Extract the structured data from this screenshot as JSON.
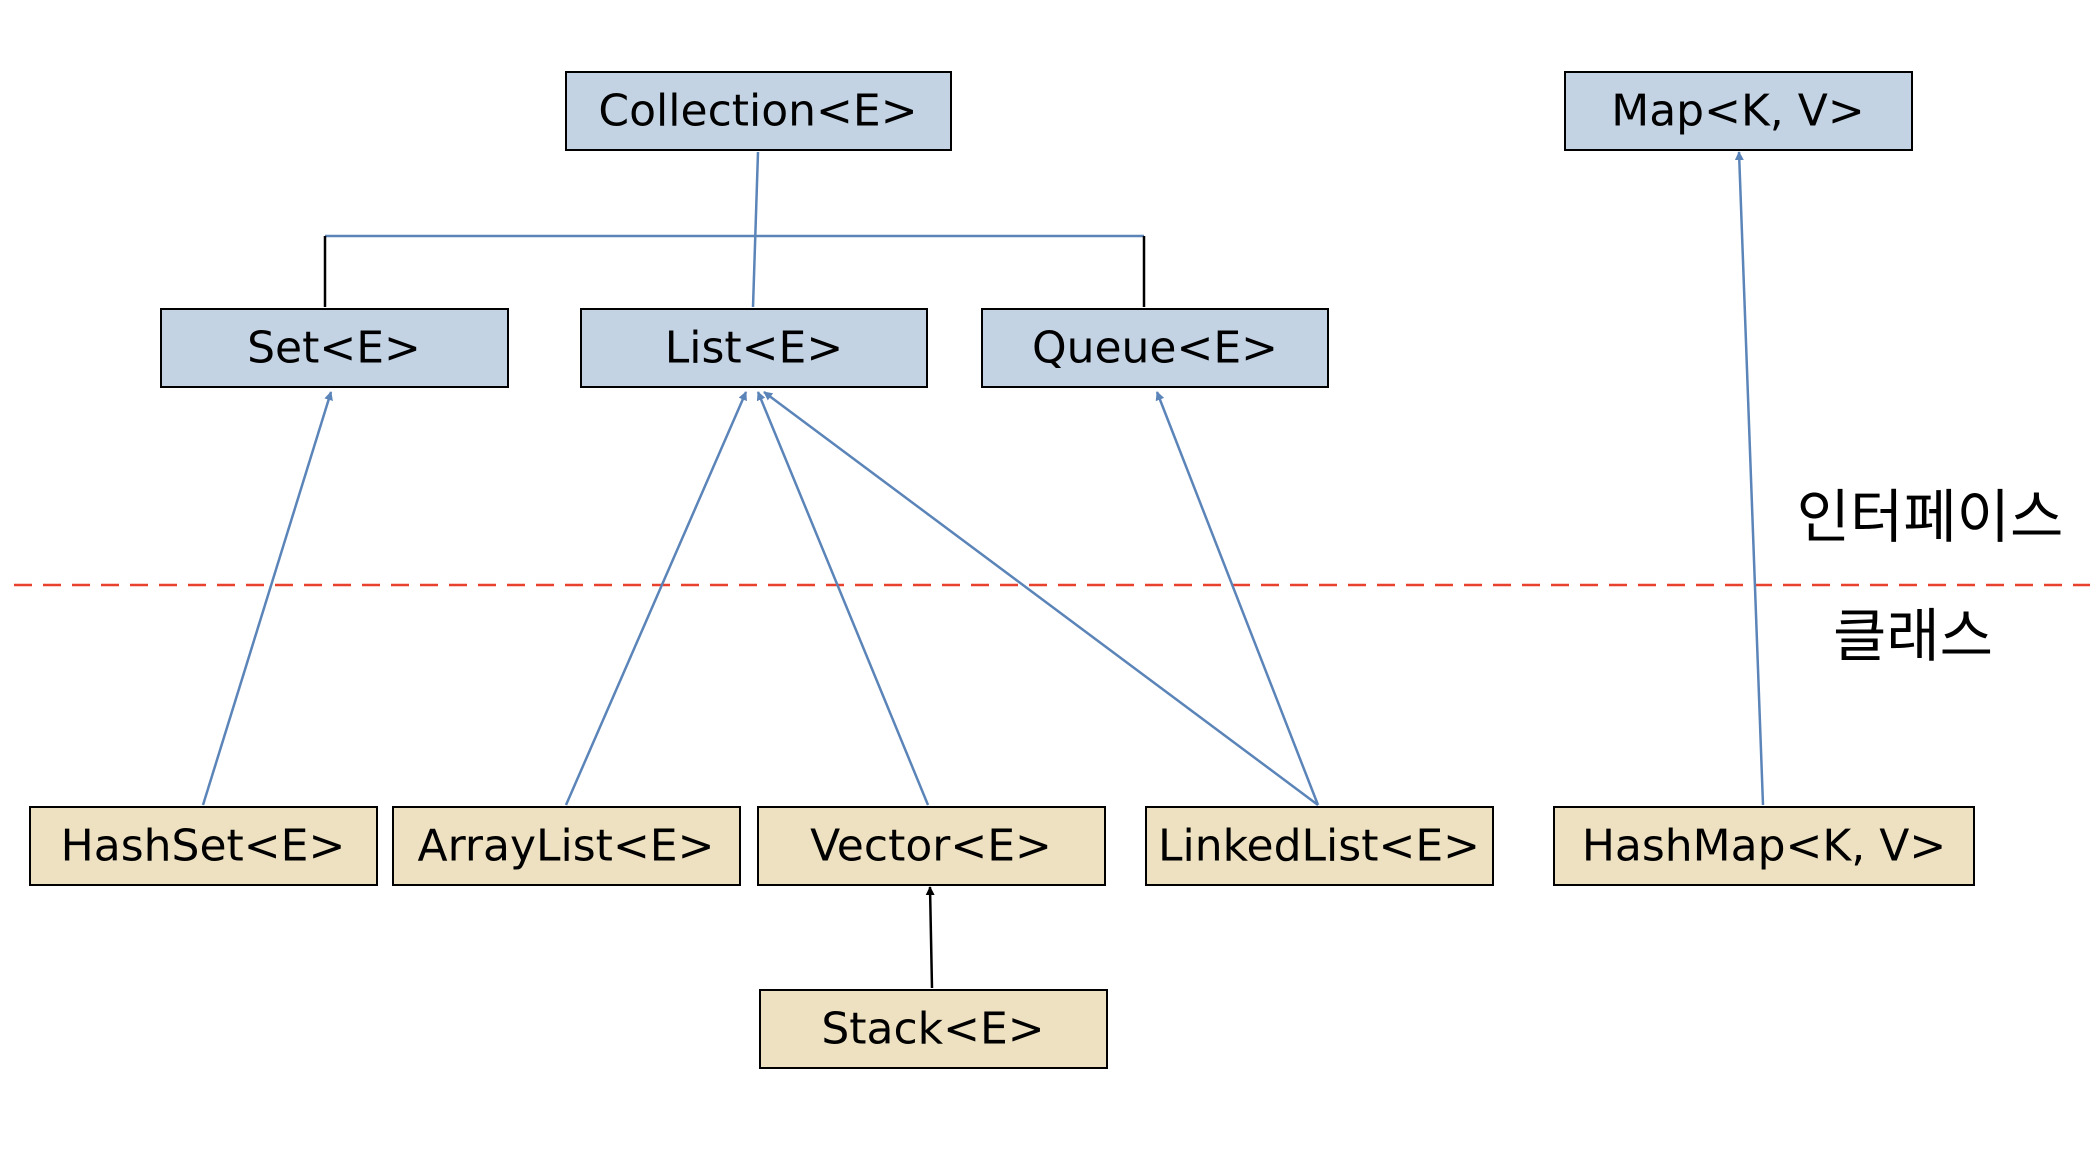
{
  "colors": {
    "interface_fill": "#c3d3e4",
    "class_fill": "#ede1c1",
    "box_border": "#000000",
    "relation_line": "#5b84b8",
    "inherit_line": "#000000",
    "divider": "#e8412d"
  },
  "layers": {
    "interface_label": "인터페이스",
    "class_label": "클래스"
  },
  "interfaces": {
    "collection": "Collection<E>",
    "map": "Map<K, V>",
    "set": "Set<E>",
    "list": "List<E>",
    "queue": "Queue<E>"
  },
  "classes": {
    "hashset": "HashSet<E>",
    "arraylist": "ArrayList<E>",
    "vector": "Vector<E>",
    "linkedlist": "LinkedList<E>",
    "hashmap": "HashMap<K, V>",
    "stack": "Stack<E>"
  }
}
